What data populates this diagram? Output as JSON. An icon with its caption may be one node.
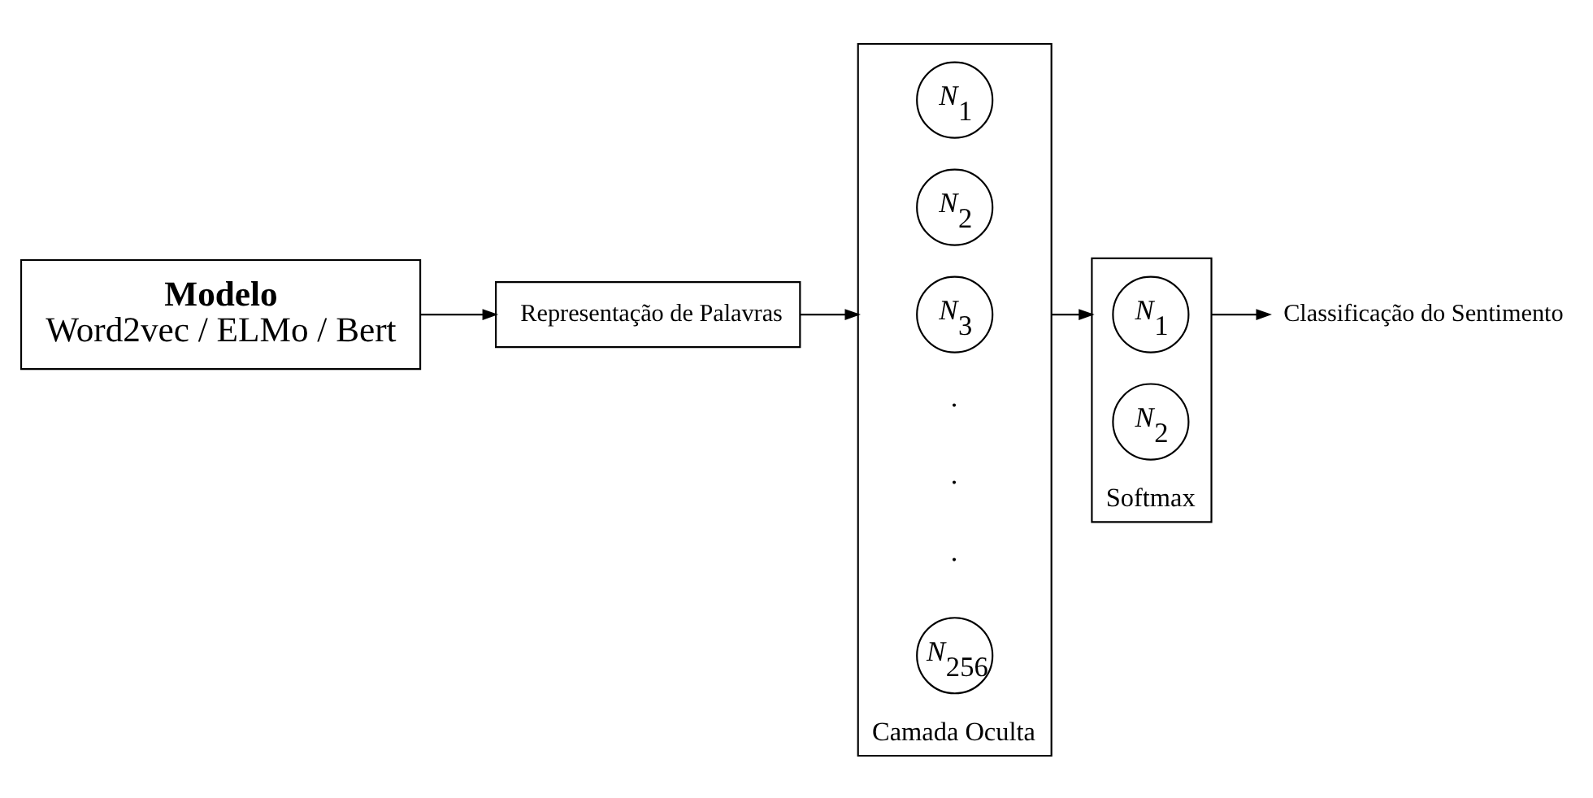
{
  "diagram": {
    "nodes": [
      {
        "text": [
          "Modelo",
          "Word2vec / ELMo / Bert"
        ]
      },
      {
        "text": [
          "Representação de Palavras"
        ]
      },
      {
        "text": [],
        "shape": "box",
        "beside": [
          "Camada Oculta"
        ]
      },
      {
        "text": [
          "*N*$_{1}$"
        ],
        "in": 2
      },
      {
        "text": [
          "*N*$_{2}$"
        ],
        "in": 2
      },
      {
        "text": [
          "*N*$_{3}$"
        ],
        "in": 2
      },
      {
        "text": [
          "*N*$_{256}$"
        ],
        "in": 2
      },
      {
        "text": [],
        "shape": "box",
        "beside": [
          "Softmax"
        ]
      },
      {
        "text": [
          "*N*$_{1}$"
        ],
        "in": 7
      },
      {
        "text": [
          "*N*$_{2}$"
        ],
        "in": 7
      },
      {
        "text": [
          "Classificação do Sentimento"
        ]
      }
    ],
    "edges": [
      {
        "from": 0,
        "to": 1,
        "arrow": "to"
      },
      {
        "from": 1,
        "to": 2,
        "arrow": "to"
      },
      {
        "from": 2,
        "to": 7,
        "arrow": "to"
      },
      {
        "from": 7,
        "to": 10,
        "arrow": "to"
      }
    ],
    "labels": [
      "·",
      "·",
      "·"
    ]
  }
}
